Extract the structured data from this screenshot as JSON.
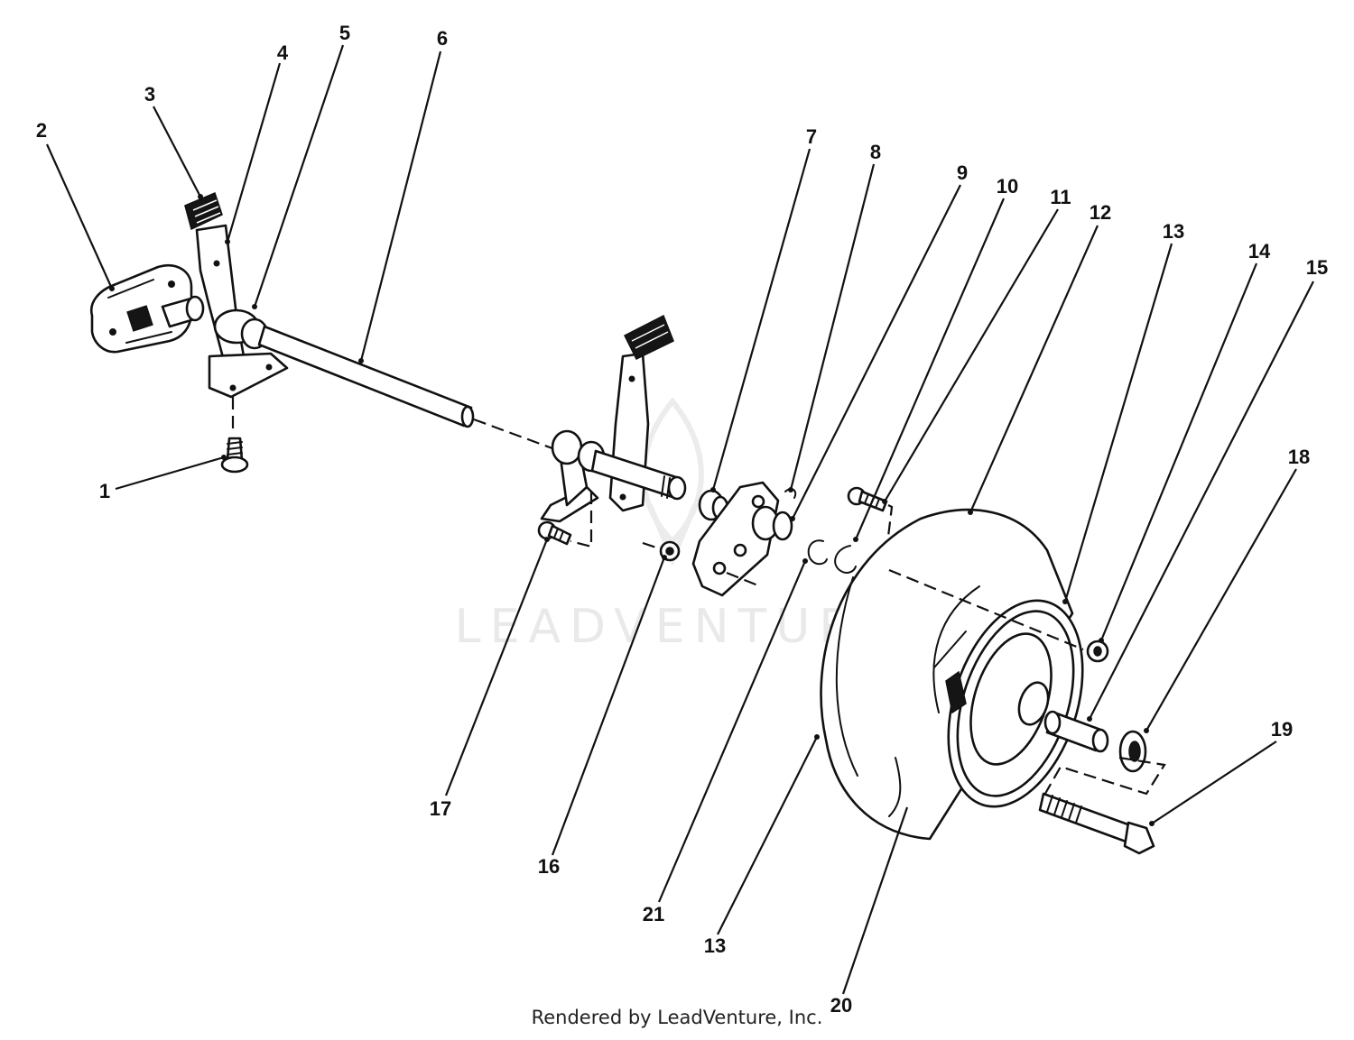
{
  "watermark": "LEADVENTURE",
  "credit": "Rendered by LeadVenture, Inc.",
  "callouts": [
    {
      "id": "1",
      "label": "1"
    },
    {
      "id": "2",
      "label": "2"
    },
    {
      "id": "3",
      "label": "3"
    },
    {
      "id": "4",
      "label": "4"
    },
    {
      "id": "5",
      "label": "5"
    },
    {
      "id": "6",
      "label": "6"
    },
    {
      "id": "7",
      "label": "7"
    },
    {
      "id": "8",
      "label": "8"
    },
    {
      "id": "9",
      "label": "9"
    },
    {
      "id": "10",
      "label": "10"
    },
    {
      "id": "11",
      "label": "11"
    },
    {
      "id": "12",
      "label": "12"
    },
    {
      "id": "13a",
      "label": "13"
    },
    {
      "id": "14",
      "label": "14"
    },
    {
      "id": "15",
      "label": "15"
    },
    {
      "id": "18",
      "label": "18"
    },
    {
      "id": "19",
      "label": "19"
    },
    {
      "id": "17",
      "label": "17"
    },
    {
      "id": "16",
      "label": "16"
    },
    {
      "id": "21",
      "label": "21"
    },
    {
      "id": "13b",
      "label": "13"
    },
    {
      "id": "20",
      "label": "20"
    }
  ]
}
